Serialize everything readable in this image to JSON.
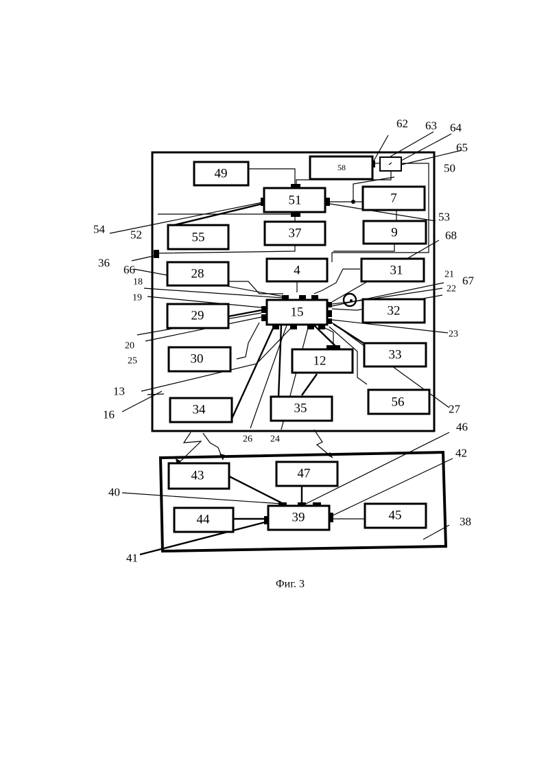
{
  "blocks": {
    "b49": "49",
    "b58": "58",
    "b51": "51",
    "b7": "7",
    "b55": "55",
    "b37": "37",
    "b9": "9",
    "b4": "4",
    "b28": "28",
    "b31": "31",
    "b15": "15",
    "b29": "29",
    "b32": "32",
    "b30": "30",
    "b12": "12",
    "b33": "33",
    "b34": "34",
    "b35": "35",
    "b56": "56",
    "b43": "43",
    "b47": "47",
    "b39": "39",
    "b44": "44",
    "b45": "45"
  },
  "labels": {
    "l62": "62",
    "l63": "63",
    "l64": "64",
    "l65": "65",
    "l50": "50",
    "l54": "54",
    "l52": "52",
    "l53": "53",
    "l68": "68",
    "l36": "36",
    "l66": "66",
    "l18": "18",
    "l19": "19",
    "l21": "21",
    "l67": "67",
    "l22": "22",
    "l20": "20",
    "l25": "25",
    "l23": "23",
    "l13": "13",
    "l16": "16",
    "l26": "26",
    "l24": "24",
    "l27": "27",
    "l46": "46",
    "l42": "42",
    "l40": "40",
    "l38": "38",
    "l41": "41"
  },
  "caption": "Фиг. 3"
}
